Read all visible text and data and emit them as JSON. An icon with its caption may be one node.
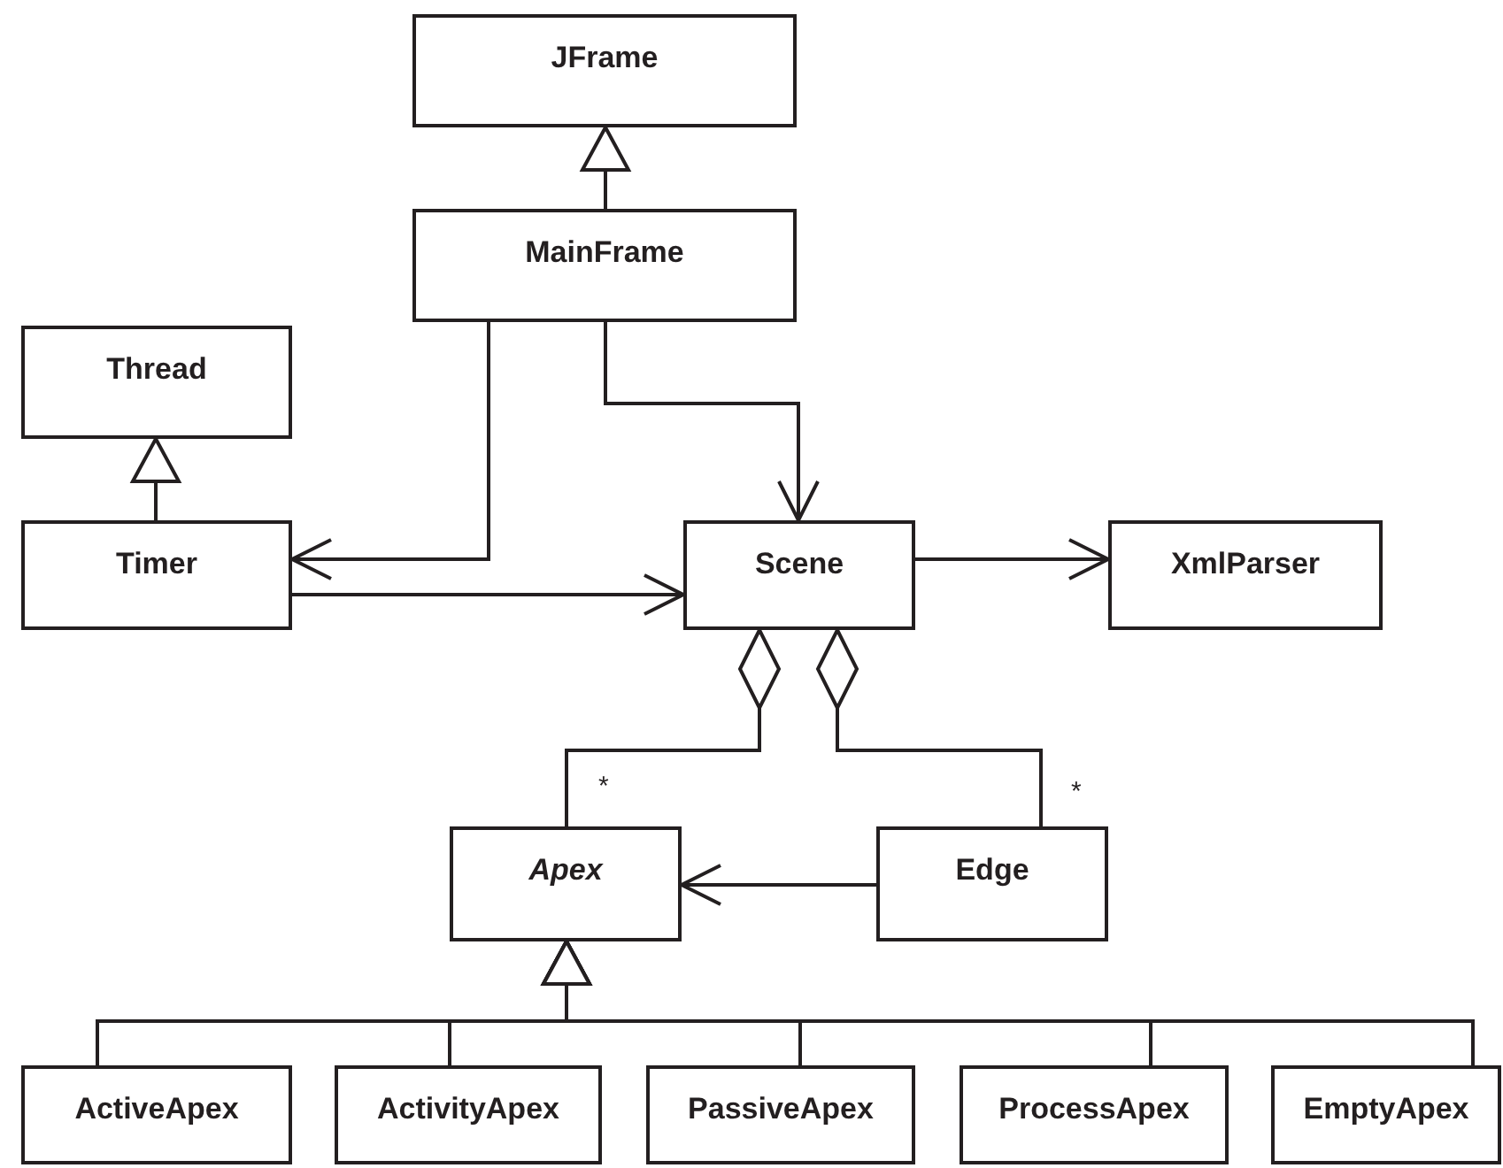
{
  "diagram": {
    "nodes": [
      {
        "text": [
          "JFrame"
        ]
      },
      {
        "text": [
          "MainFrame"
        ]
      },
      {
        "text": [
          "Thread"
        ]
      },
      {
        "text": [
          "Timer"
        ]
      },
      {
        "text": [
          "Scene"
        ]
      },
      {
        "text": [
          "XmlParser"
        ]
      },
      {
        "text": [
          "Apex"
        ]
      },
      {
        "text": [
          "Edge"
        ]
      },
      {
        "text": [
          "ActiveApex"
        ]
      },
      {
        "text": [
          "ActivityApex"
        ]
      },
      {
        "text": [
          "PassiveApex"
        ]
      },
      {
        "text": [
          "ProcessApex"
        ]
      },
      {
        "text": [
          "EmptyApex"
        ]
      }
    ],
    "edges": [
      {
        "from": 1,
        "to": 0,
        "arrow": "to"
      },
      {
        "from": 3,
        "to": 2,
        "arrow": "to"
      },
      {
        "from": 1,
        "to": 3,
        "arrow": "to"
      },
      {
        "from": 1,
        "to": 4,
        "arrow": "to"
      },
      {
        "from": 3,
        "to": 4,
        "arrow": "to"
      },
      {
        "from": 4,
        "to": 5,
        "arrow": "to"
      },
      {
        "from": 6,
        "to": 4,
        "arrow": "other",
        "label": "*"
      },
      {
        "from": 7,
        "to": 4,
        "arrow": "other",
        "label": "*"
      },
      {
        "from": 7,
        "to": 6,
        "arrow": "to"
      },
      {
        "from": 8,
        "to": 6,
        "arrow": "to"
      },
      {
        "from": 9,
        "to": 6,
        "arrow": "to"
      },
      {
        "from": 10,
        "to": 6,
        "arrow": "to"
      },
      {
        "from": 11,
        "to": 6,
        "arrow": "to"
      },
      {
        "from": 12,
        "to": 6,
        "arrow": "to"
      }
    ]
  }
}
